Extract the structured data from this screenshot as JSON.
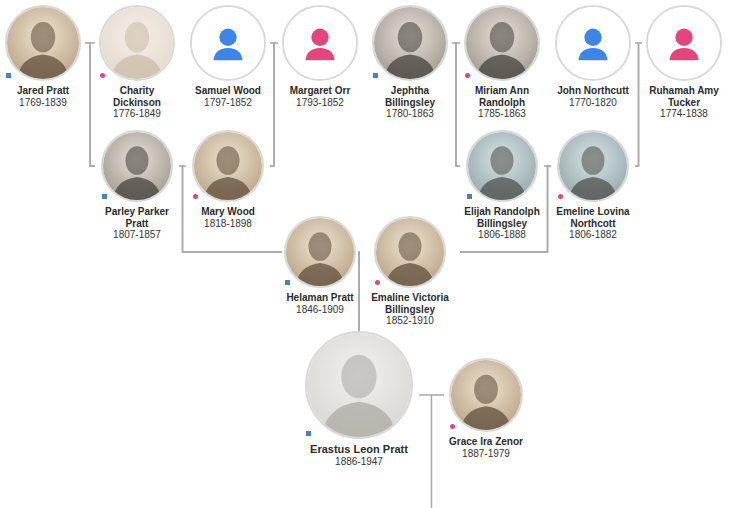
{
  "diagram": {
    "nodes": [
      {
        "text": [
          "Jared Pratt",
          "1769-1839"
        ]
      },
      {
        "text": [
          "Charity Dickinson",
          "1776-1849"
        ]
      },
      {
        "text": [
          "Samuel Wood",
          "1797-1852"
        ]
      },
      {
        "text": [
          "Margaret Orr",
          "1793-1852"
        ]
      },
      {
        "text": [
          "Jephtha Billingsley",
          "1780-1863"
        ]
      },
      {
        "text": [
          "Miriam Ann Randolph",
          "1785-1863"
        ]
      },
      {
        "text": [
          "John Northcutt",
          "1770-1820"
        ]
      },
      {
        "text": [
          "Ruhamah Amy Tucker",
          "1774-1838"
        ]
      },
      {
        "text": [
          "Parley Parker Pratt",
          "1807-1857"
        ]
      },
      {
        "text": [
          "Mary Wood",
          "1818-1898"
        ]
      },
      {
        "text": [
          "Elijah Randolph Billingsley",
          "1806-1888"
        ]
      },
      {
        "text": [
          "Emeline Lovina Northcott",
          "1806-1882"
        ]
      },
      {
        "text": [
          "Helaman Pratt",
          "1846-1909"
        ]
      },
      {
        "text": [
          "Emaline Victoria Billingsley",
          "1852-1910"
        ]
      },
      {
        "text": [
          "Erastus Leon Pratt",
          "1886-1947"
        ]
      },
      {
        "text": [
          "Grace Ira Zenor",
          "1887-1979"
        ]
      }
    ],
    "edges": [
      {
        "from": 0,
        "to": 8,
        "arrow": "none"
      },
      {
        "from": 1,
        "to": 8,
        "arrow": "none"
      },
      {
        "from": 2,
        "to": 9,
        "arrow": "none"
      },
      {
        "from": 3,
        "to": 9,
        "arrow": "none"
      },
      {
        "from": 4,
        "to": 10,
        "arrow": "none"
      },
      {
        "from": 5,
        "to": 10,
        "arrow": "none"
      },
      {
        "from": 6,
        "to": 11,
        "arrow": "none"
      },
      {
        "from": 7,
        "to": 11,
        "arrow": "none"
      },
      {
        "from": 8,
        "to": 12,
        "arrow": "none"
      },
      {
        "from": 9,
        "to": 12,
        "arrow": "none"
      },
      {
        "from": 10,
        "to": 13,
        "arrow": "none"
      },
      {
        "from": 11,
        "to": 13,
        "arrow": "none"
      },
      {
        "from": 12,
        "to": 14,
        "arrow": "none"
      },
      {
        "from": 13,
        "to": 14,
        "arrow": "none"
      },
      {
        "from": 14,
        "to": 15,
        "arrow": "none"
      }
    ]
  }
}
